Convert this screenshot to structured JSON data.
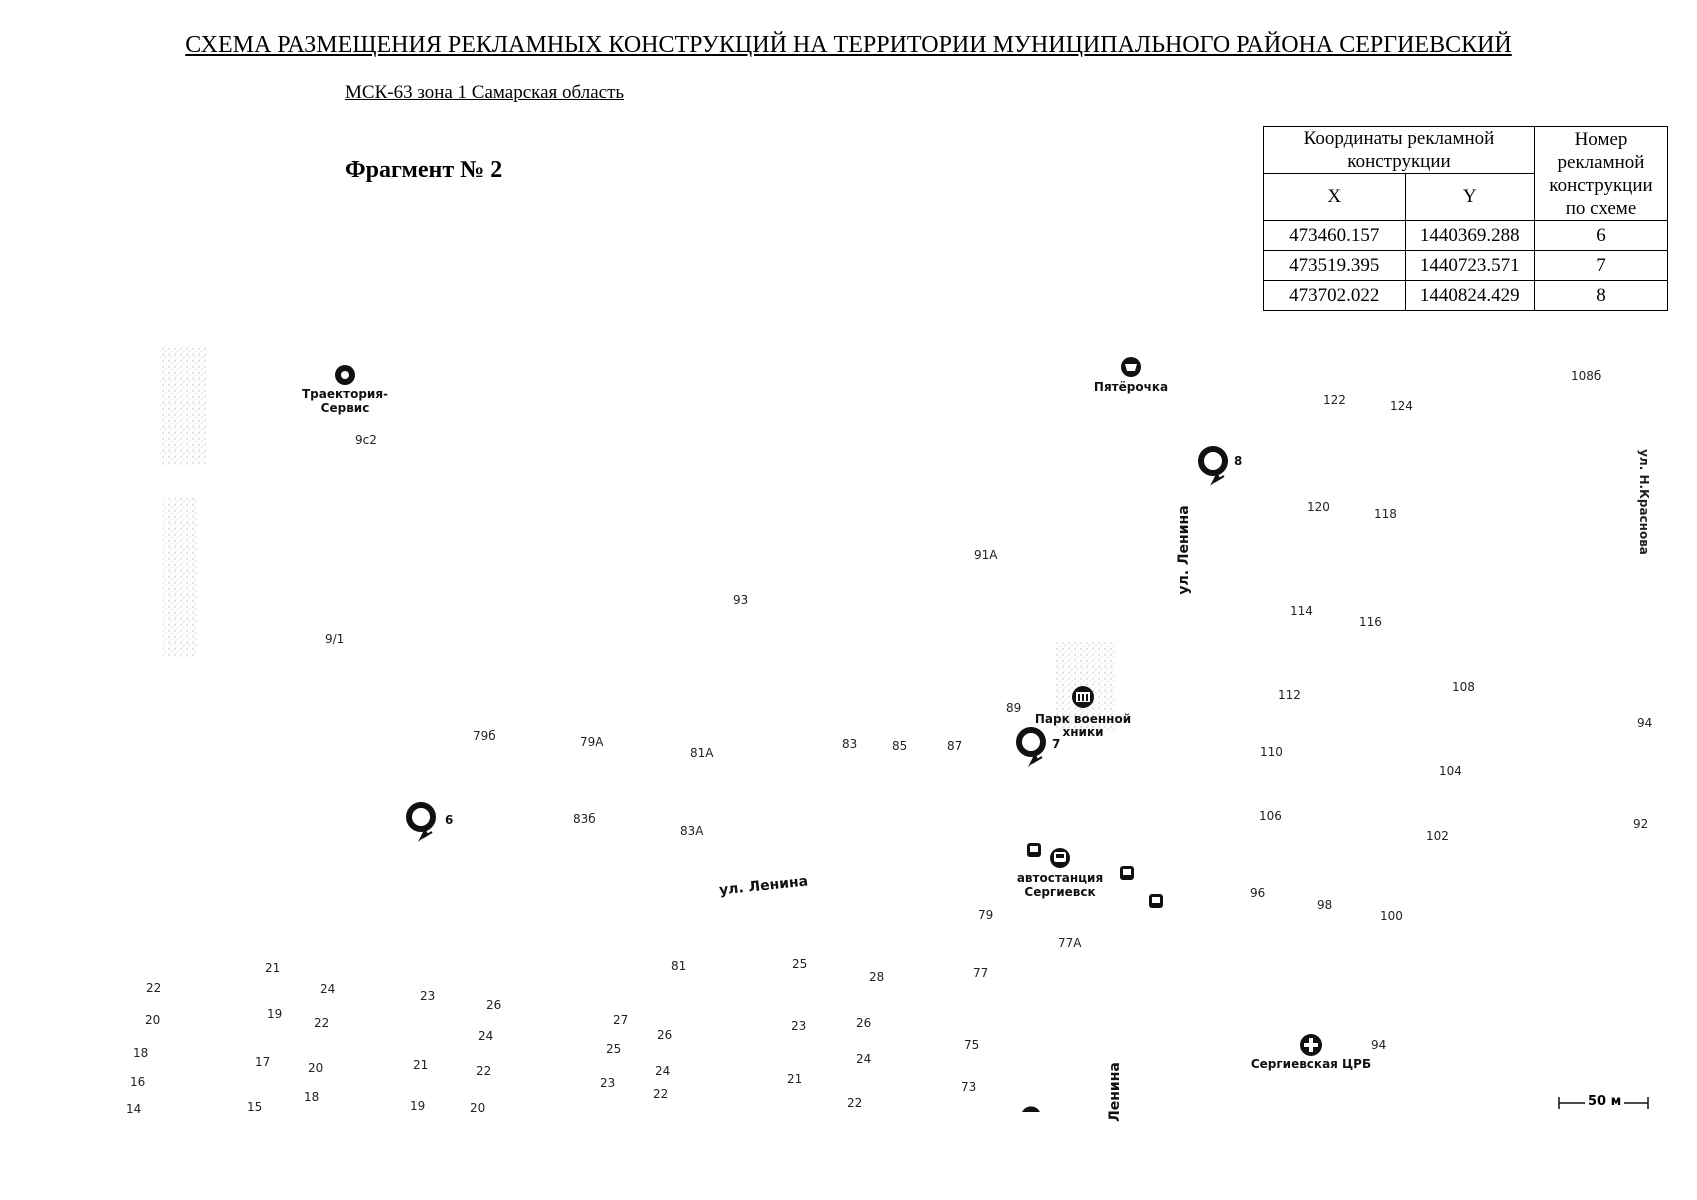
{
  "header": {
    "title": "СХЕМА РАЗМЕЩЕНИЯ РЕКЛАМНЫХ КОНСТРУКЦИЙ НА ТЕРРИТОРИИ МУНИЦИПАЛЬНОГО РАЙОНА СЕРГИЕВСКИЙ",
    "crs": "МСК-63 зона 1 Самарская область",
    "fragment": "Фрагмент № 2"
  },
  "table": {
    "coord_header": "Координаты рекламной конструкции",
    "number_header": "Номер рекламной конструкции по схеме",
    "x_header": "X",
    "y_header": "Y",
    "rows": [
      {
        "x": "473460.157",
        "y": "1440369.288",
        "n": "6"
      },
      {
        "x": "473519.395",
        "y": "1440723.571",
        "n": "7"
      },
      {
        "x": "473702.022",
        "y": "1440824.429",
        "n": "8"
      }
    ]
  },
  "map": {
    "pois": {
      "trajectory": "Траектория-",
      "trajectory2": "Сервис",
      "pyaterochka": "Пятёрочка",
      "park": "Парк военной",
      "park2": "хники",
      "bus": "автостанция",
      "bus2": "Сергиевск",
      "hospital": "Сергиевская ЦРБ"
    },
    "streets": {
      "lenina_h": "ул. Ленина",
      "lenina_v": "ул. Ленина",
      "lenina_bottom": "Ленина",
      "krasnova": "ул. Н.Краснова"
    },
    "markers": [
      "6",
      "7",
      "8"
    ],
    "scale": "50 м",
    "house_numbers": {
      "h9c2": "9с2",
      "h91": "9/1",
      "h93": "93",
      "h91A": "91А",
      "h122": "122",
      "h124": "124",
      "h108b": "108б",
      "h120": "120",
      "h118": "118",
      "h114": "114",
      "h116": "116",
      "h112": "112",
      "h108": "108",
      "h94r": "94",
      "h89": "89",
      "h79b": "79б",
      "h79A": "79А",
      "h81A": "81А",
      "h83": "83",
      "h85": "85",
      "h87": "87",
      "h110": "110",
      "h104": "104",
      "h83b": "83б",
      "h83A": "83А",
      "h106": "106",
      "h102": "102",
      "h92": "92",
      "h96": "96",
      "h98": "98",
      "h100": "100",
      "h79": "79",
      "h77A": "77А",
      "a22": "22",
      "a21": "21",
      "a24": "24",
      "a23": "23",
      "a26": "26",
      "a81": "81",
      "a25": "25",
      "a28": "28",
      "a77": "77",
      "b20": "20",
      "b19": "19",
      "b22": "22",
      "b24": "24",
      "b27": "27",
      "b26": "26",
      "b23": "23",
      "b26b": "26",
      "c18": "18",
      "c17": "17",
      "c20": "20",
      "c21": "21",
      "c22": "22",
      "c25": "25",
      "c24": "24",
      "c21b": "21",
      "c24b": "24",
      "c75": "75",
      "c94": "94",
      "d16": "16",
      "d18": "18",
      "d23": "23",
      "d22": "22",
      "d73": "73",
      "e14": "14",
      "e15": "15",
      "e19": "19",
      "e20": "20",
      "e22": "22"
    }
  }
}
